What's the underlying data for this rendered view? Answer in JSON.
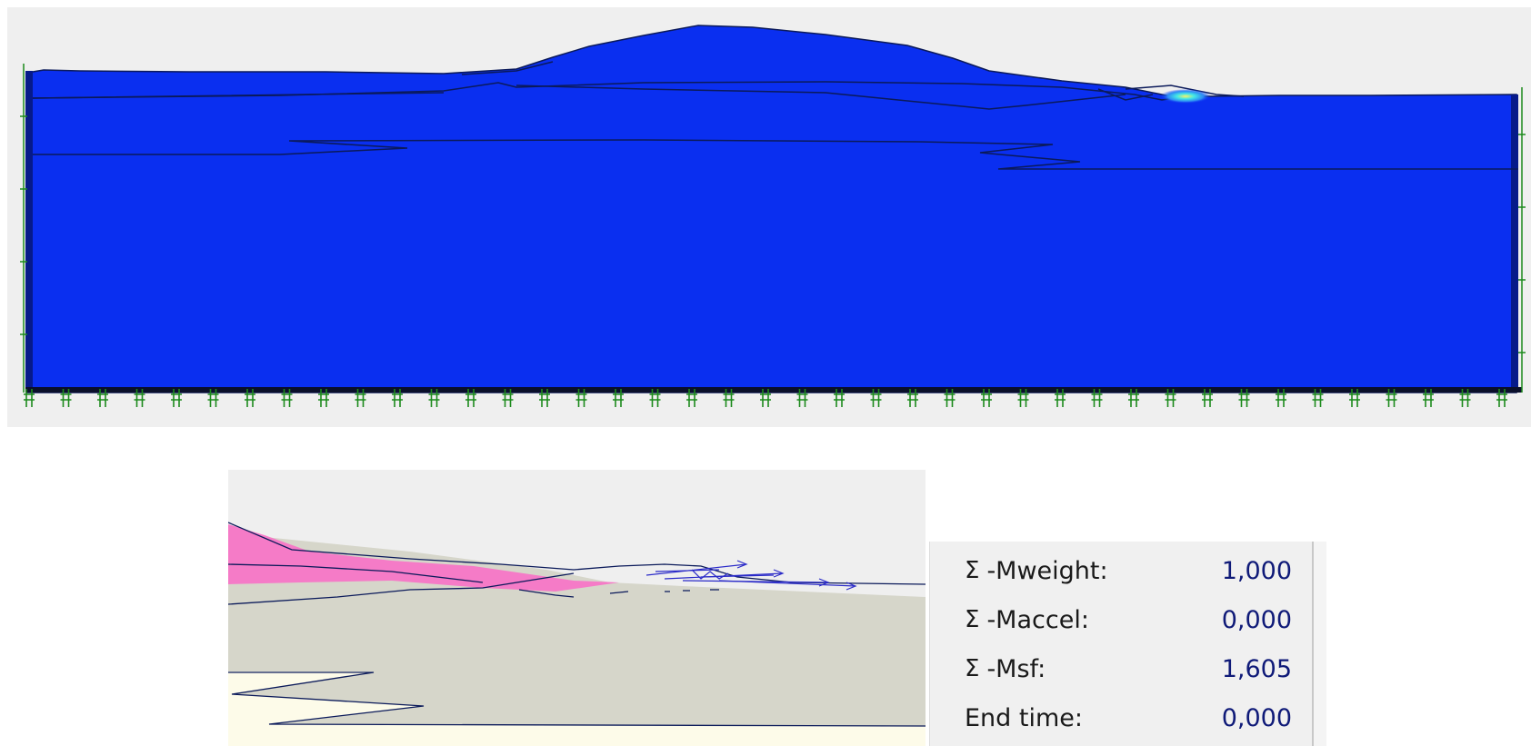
{
  "colors": {
    "deformed_mesh_fill": "#0a2ff0",
    "outline_stroke": "#0b1a5a",
    "fixity_marker": "#1c8a1c",
    "plastic_zone_pink": "#f57bc7",
    "soil_gray": "#d6d6ca",
    "soil_cream": "#fdfbe9",
    "panel_background": "#efefef",
    "value_text": "#0f1a78"
  },
  "icons": {
    "sigma": "sigma-icon",
    "fixity": "fixity-cross-icon",
    "displacement_arrow": "arrow-right-icon"
  },
  "calculation_info": {
    "rows": [
      {
        "sigma": "Σ",
        "label": "-Mweight:",
        "value": "1,000"
      },
      {
        "sigma": "Σ",
        "label": "-Maccel:",
        "value": "0,000"
      },
      {
        "sigma": "Σ",
        "label": "-Msf:",
        "value": "1,605"
      },
      {
        "sigma": "",
        "label": "End time:",
        "value": "0,000"
      }
    ]
  }
}
